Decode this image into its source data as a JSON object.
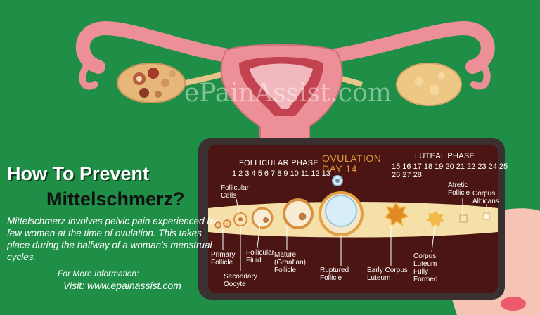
{
  "watermark": "ePainAssist.com",
  "title_line1": "How To Prevent",
  "title_line2": "Mittelschmerz?",
  "description": "Mittelschmerz involves pelvic pain experienced by few women at the time of ovulation. This takes place during the halfway of a woman's menstrual cycles.",
  "info_label": "For More Information:",
  "info_url": "Visit: www.epainassist.com",
  "diagram": {
    "follicular_phase": "FOLLICULAR PHASE",
    "follicular_days": "1 2 3 4 5 6 7 8 9 10 11 12 13",
    "ovulation": "OVULATION",
    "ovulation_day": "DAY 14",
    "luteal_phase": "LUTEAL PHASE",
    "luteal_days_line1": "15 16 17 18 19 20 21 22 23 24 25",
    "luteal_days_line2": "26 27 28",
    "labels": {
      "follicular_cells": "Follicular\nCells",
      "primary_follicle": "Primary\nFollicle",
      "secondary_oocyte": "Secondary\nOocyte",
      "follicular_fluid": "Follicular\nFluid",
      "mature_follicle": "Mature\n(Graafian)\nFollicle",
      "ruptured_follicle": "Ruptured\nFollicle",
      "early_corpus_luteum": "Early Corpus\nLuteum",
      "corpus_luteum_formed": "Corpus\nLuteum\nFully\nFormed",
      "atretic_follicle": "Atretic\nFollicle",
      "corpus_albicans": "Corpus\nAlbicans"
    }
  },
  "colors": {
    "background": "#1f8f48",
    "uterus": "#e8858f",
    "panel": "#4a1512",
    "ovulation_text": "#e09a3a"
  }
}
